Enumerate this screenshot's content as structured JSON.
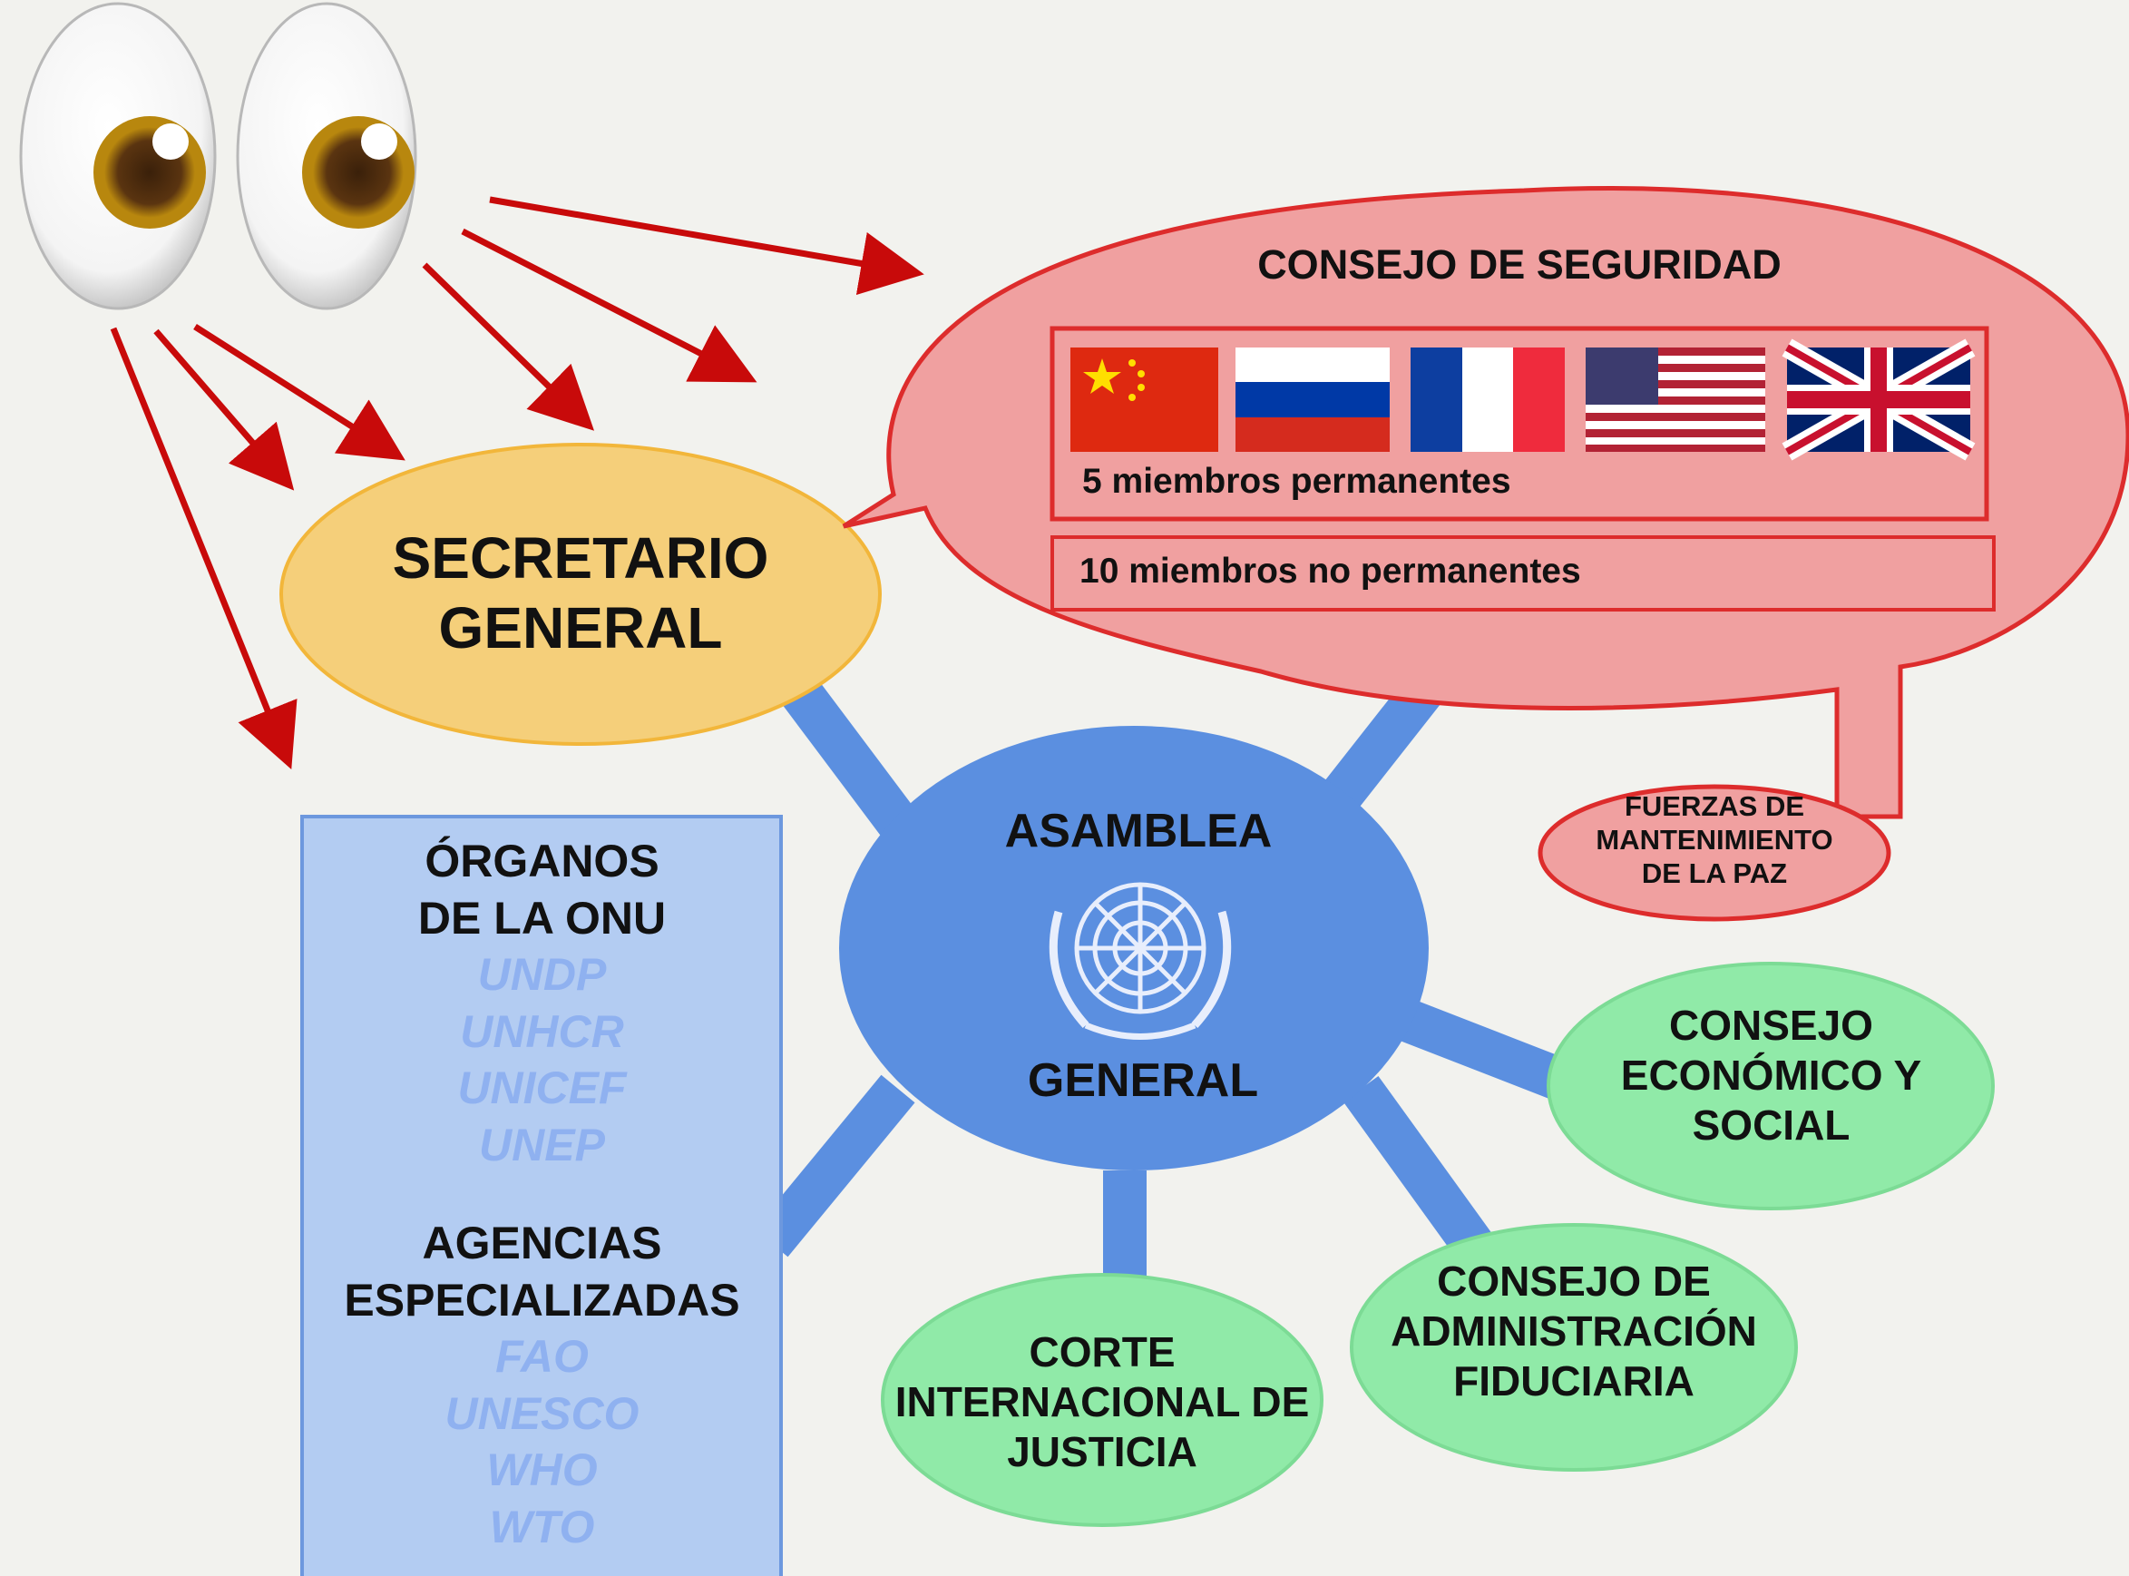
{
  "security_council": {
    "title": "CONSEJO DE SEGURIDAD",
    "permanent": "5 miembros permanentes",
    "non_permanent": "10 miembros no permanentes",
    "flags": [
      "china-flag-icon",
      "russia-flag-icon",
      "france-flag-icon",
      "usa-flag-icon",
      "uk-flag-icon"
    ],
    "color": "#f0a0a0"
  },
  "peacekeeping": {
    "line1": "FUERZAS DE",
    "line2": "MANTENIMIENTO",
    "line3": "DE LA PAZ"
  },
  "secretary": {
    "line1": "SECRETARIO",
    "line2": "GENERAL",
    "color": "#f5cf7a"
  },
  "assembly": {
    "top": "ASAMBLEA",
    "bottom": "GENERAL",
    "color": "#5b8fe0"
  },
  "organs": {
    "title1": "ÓRGANOS",
    "title2": "DE LA ONU",
    "items": [
      "UNDP",
      "UNHCR",
      "UNICEF",
      "UNEP"
    ],
    "agencies1": "AGENCIAS",
    "agencies2": "ESPECIALIZADAS",
    "agency_items": [
      "FAO",
      "UNESCO",
      "WHO",
      "WTO"
    ],
    "color": "#b3ccf2"
  },
  "ecosoc": {
    "line1": "CONSEJO",
    "line2": "ECONÓMICO Y",
    "line3": "SOCIAL"
  },
  "trusteeship": {
    "line1": "CONSEJO DE",
    "line2": "ADMINISTRACIÓN",
    "line3": "FIDUCIARIA"
  },
  "court": {
    "line1": "CORTE",
    "line2": "INTERNACIONAL DE",
    "line3": "JUSTICIA"
  },
  "colors": {
    "green": "#90eaa8",
    "arrow": "#c80a0a"
  }
}
